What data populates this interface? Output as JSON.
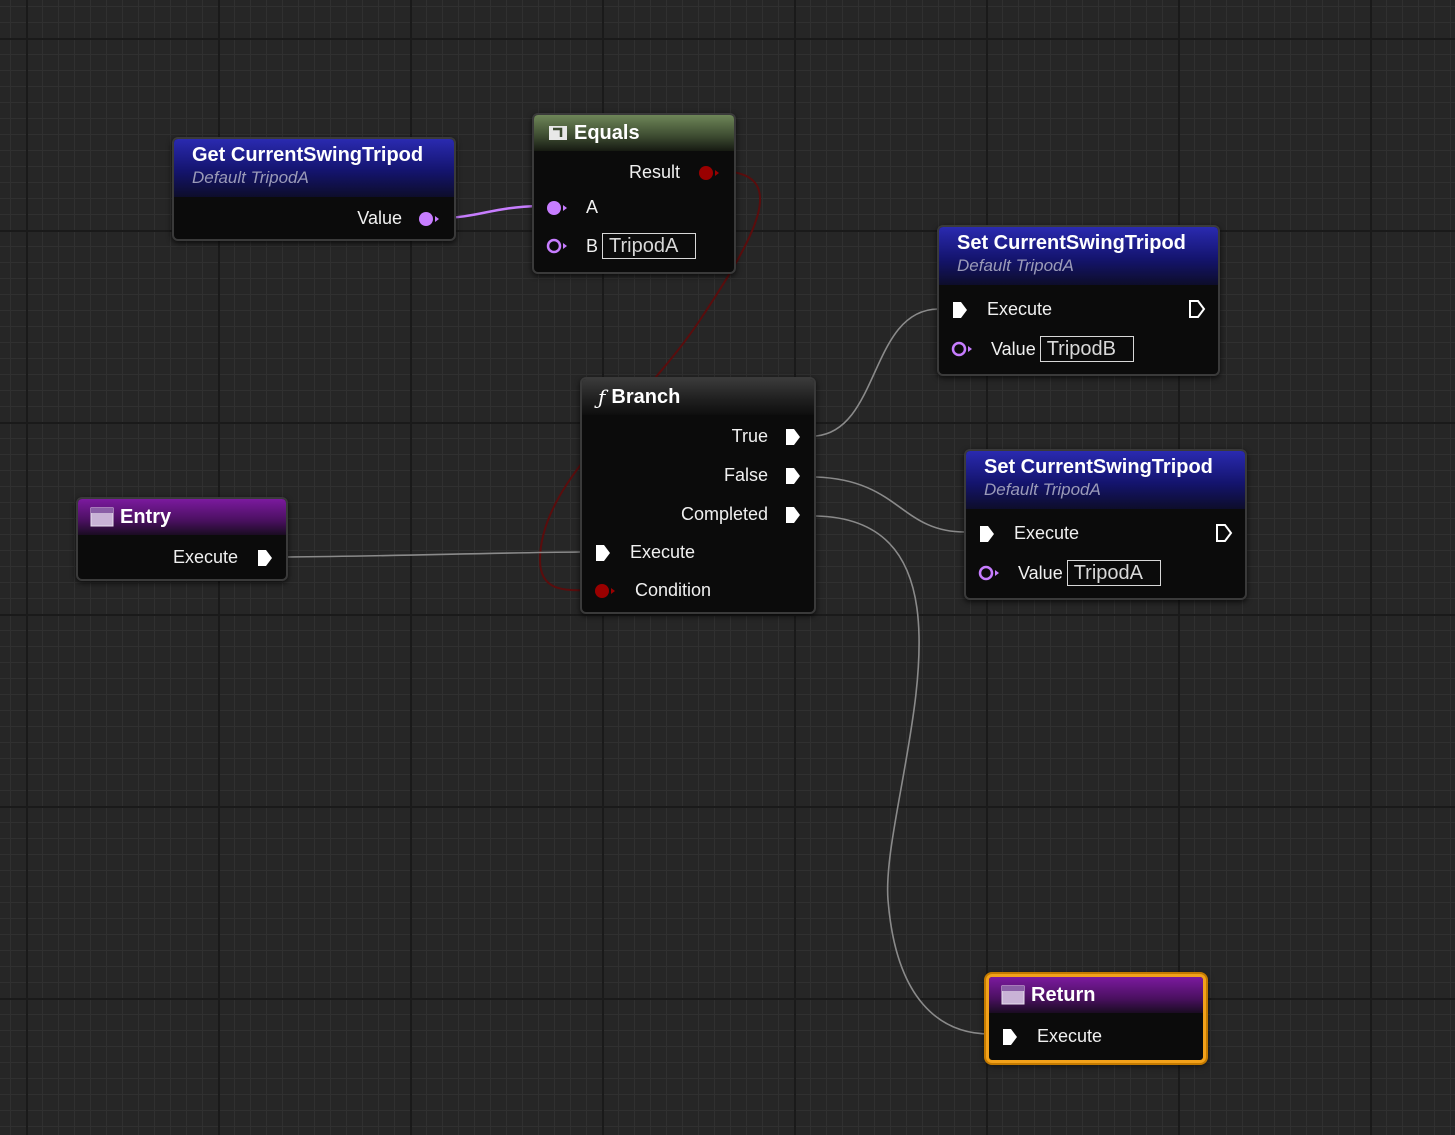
{
  "nodes": {
    "get_var": {
      "title": "Get CurrentSwingTripod",
      "subtitle": "Default TripodA",
      "pin_value": "Value"
    },
    "equals": {
      "title": "Equals",
      "pin_result": "Result",
      "pin_a": "A",
      "pin_b": "B",
      "b_value": "TripodA"
    },
    "set_b": {
      "title": "Set CurrentSwingTripod",
      "subtitle": "Default TripodA",
      "pin_execute": "Execute",
      "pin_value": "Value",
      "value": "TripodB"
    },
    "branch": {
      "title": "Branch",
      "pin_true": "True",
      "pin_false": "False",
      "pin_completed": "Completed",
      "pin_execute": "Execute",
      "pin_condition": "Condition"
    },
    "set_a": {
      "title": "Set CurrentSwingTripod",
      "subtitle": "Default TripodA",
      "pin_execute": "Execute",
      "pin_value": "Value",
      "value": "TripodA"
    },
    "entry": {
      "title": "Entry",
      "pin_execute": "Execute"
    },
    "return": {
      "title": "Return",
      "pin_execute": "Execute"
    }
  },
  "colors": {
    "variable_pin": "#c77dff",
    "bool_pin": "#9a0000",
    "exec_pin": "#ffffff",
    "selection": "#f2a11a"
  }
}
